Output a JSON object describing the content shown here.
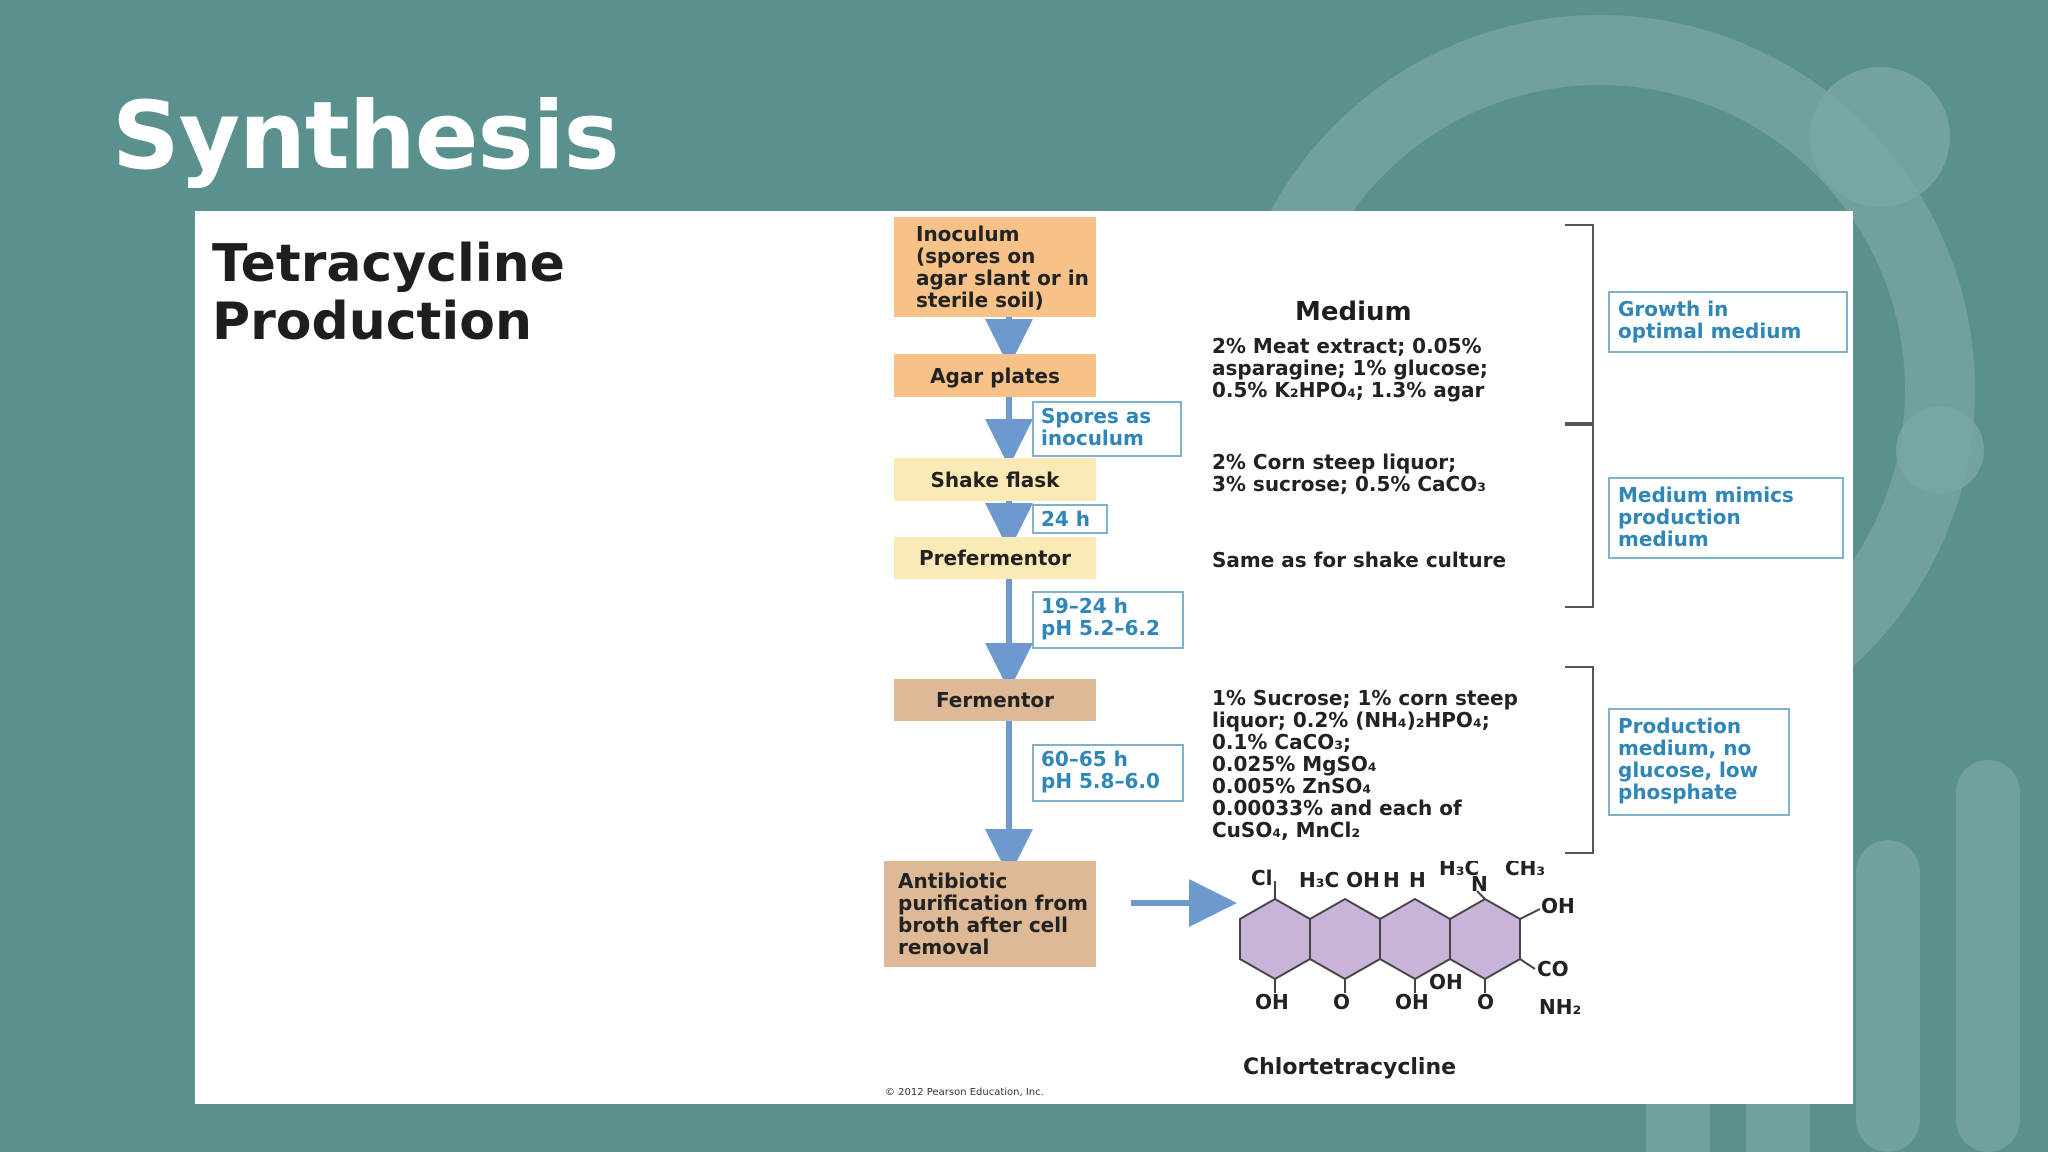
{
  "slide": {
    "title": "Synthesis"
  },
  "diagram": {
    "heading": {
      "line1": "Tetracycline",
      "line2": "Production"
    },
    "steps": [
      {
        "lines": [
          "Inoculum",
          "(spores on",
          "agar slant or in",
          "sterile soil)"
        ],
        "color": "#f6c288"
      },
      {
        "lines": [
          "Agar plates"
        ],
        "color": "#f6c288"
      },
      {
        "lines": [
          "Shake flask"
        ],
        "color": "#fbe9b6"
      },
      {
        "lines": [
          "Prefermentor"
        ],
        "color": "#fbe9b6"
      },
      {
        "lines": [
          "Fermentor"
        ],
        "color": "#ddb995"
      },
      {
        "lines": [
          "Antibiotic",
          "purification from",
          "broth after cell",
          "removal"
        ],
        "color": "#ddb995"
      }
    ],
    "step_tags": [
      {
        "lines": [
          "Spores as",
          "inoculum"
        ]
      },
      {
        "lines": [
          "24 h"
        ]
      },
      {
        "lines": [
          "19–24 h",
          "pH 5.2–6.2"
        ]
      },
      {
        "lines": [
          "60–65 h",
          "pH 5.8–6.0"
        ]
      }
    ],
    "medium_heading": "Medium",
    "media": [
      {
        "lines": [
          "2% Meat extract; 0.05%",
          "asparagine; 1% glucose;",
          "0.5% K₂HPO₄; 1.3% agar"
        ]
      },
      {
        "lines": [
          "2% Corn steep liquor;",
          "3% sucrose; 0.5% CaCO₃"
        ]
      },
      {
        "lines": [
          "Same as for shake culture"
        ]
      },
      {
        "lines": [
          "1% Sucrose; 1% corn steep",
          "liquor; 0.2% (NH₄)₂HPO₄;",
          "0.1% CaCO₃;",
          "0.025% MgSO₄",
          "0.005% ZnSO₄",
          "0.00033% and each of",
          "CuSO₄, MnCl₂"
        ]
      }
    ],
    "notes": [
      {
        "lines": [
          "Growth in",
          "optimal medium"
        ]
      },
      {
        "lines": [
          "Medium mimics",
          "production",
          "medium"
        ]
      },
      {
        "lines": [
          "Production",
          "medium, no",
          "glucose, low",
          "phosphate"
        ]
      }
    ],
    "structure_labels": {
      "cl": "Cl",
      "h3c_oh": "H₃C OH",
      "h1": "H",
      "h2": "H",
      "h3c_n": "H₃C",
      "ch3": "CH₃",
      "n": "N",
      "oh_right": "OH",
      "co": "CO",
      "nh2": "NH₂",
      "oh_bottom1": "OH",
      "o1": "O",
      "oh_bottom2": "OH",
      "oh_inner": "OH",
      "o2": "O"
    },
    "compound_name": "Chlortetracycline",
    "copyright": "© 2012 Pearson Education, Inc."
  },
  "colors": {
    "background": "#5a918e",
    "arrow": "#6d99cf",
    "tag_text": "#2f86b9",
    "ring_fill": "#c9b3d9"
  }
}
